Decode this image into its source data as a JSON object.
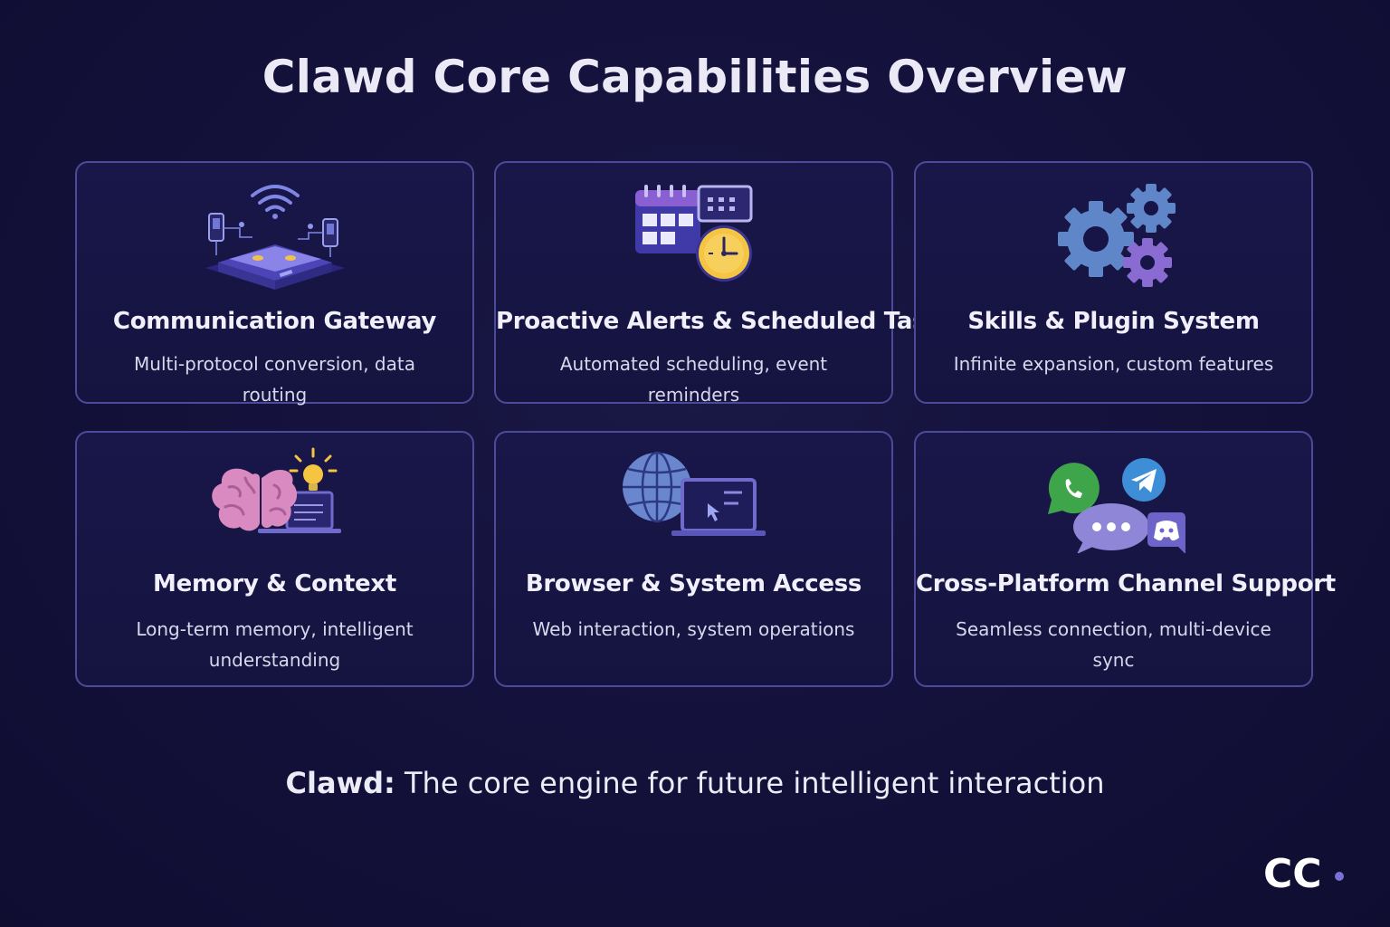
{
  "title": "Clawd Core Capabilities Overview",
  "cards": [
    {
      "title": "Communication Gateway",
      "desc": "Multi-protocol conversion, data routing",
      "icon": "network-gateway-icon"
    },
    {
      "title": "Proactive Alerts & Scheduled Tasks",
      "desc": "Automated scheduling, event reminders",
      "icon": "calendar-clock-icon"
    },
    {
      "title": "Skills & Plugin System",
      "desc": "Infinite expansion, custom features",
      "icon": "gears-icon"
    },
    {
      "title": "Memory & Context",
      "desc": "Long-term memory, intelligent understanding",
      "icon": "brain-laptop-icon"
    },
    {
      "title": "Browser & System Access",
      "desc": "Web interaction, system operations",
      "icon": "globe-laptop-icon"
    },
    {
      "title": "Cross-Platform Channel Support",
      "desc": "Seamless connection, multi-device sync",
      "icon": "chat-apps-icon"
    }
  ],
  "footer": {
    "brand": "Clawd:",
    "tagline": "The core engine for future intelligent interaction"
  },
  "logo_text": "CC",
  "colors": {
    "background": "#14123a",
    "card_border": "#4d4a9a",
    "accent_purple": "#7a6fd6",
    "accent_yellow": "#f5c542"
  }
}
